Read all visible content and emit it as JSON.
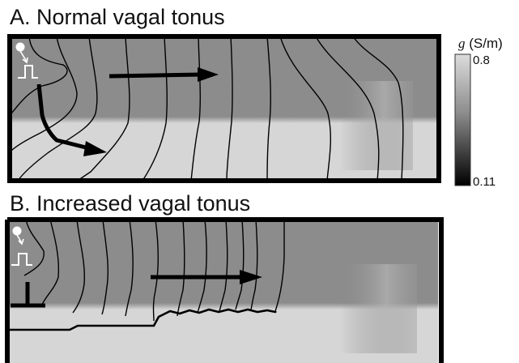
{
  "panels": [
    {
      "id": "A",
      "title": "A. Normal vagal tonus"
    },
    {
      "id": "B",
      "title": "B. Increased vagal tonus"
    }
  ],
  "colorbar": {
    "variable": "g",
    "unit": "(S/m)",
    "max": "0.8",
    "min": "0.11",
    "color_high": "#dcdcdc",
    "color_low": "#000000"
  },
  "colors": {
    "atrial_tissue": "#8c8c8c",
    "sinus_node_tissue": "#d6d6d6",
    "isochrone_lines": "#000000",
    "stimulus_marker": "#ffffff"
  },
  "icons": [
    "stimulus-electrode-icon",
    "pulse-waveform-icon",
    "conduction-arrow-icon",
    "conduction-block-icon"
  ]
}
